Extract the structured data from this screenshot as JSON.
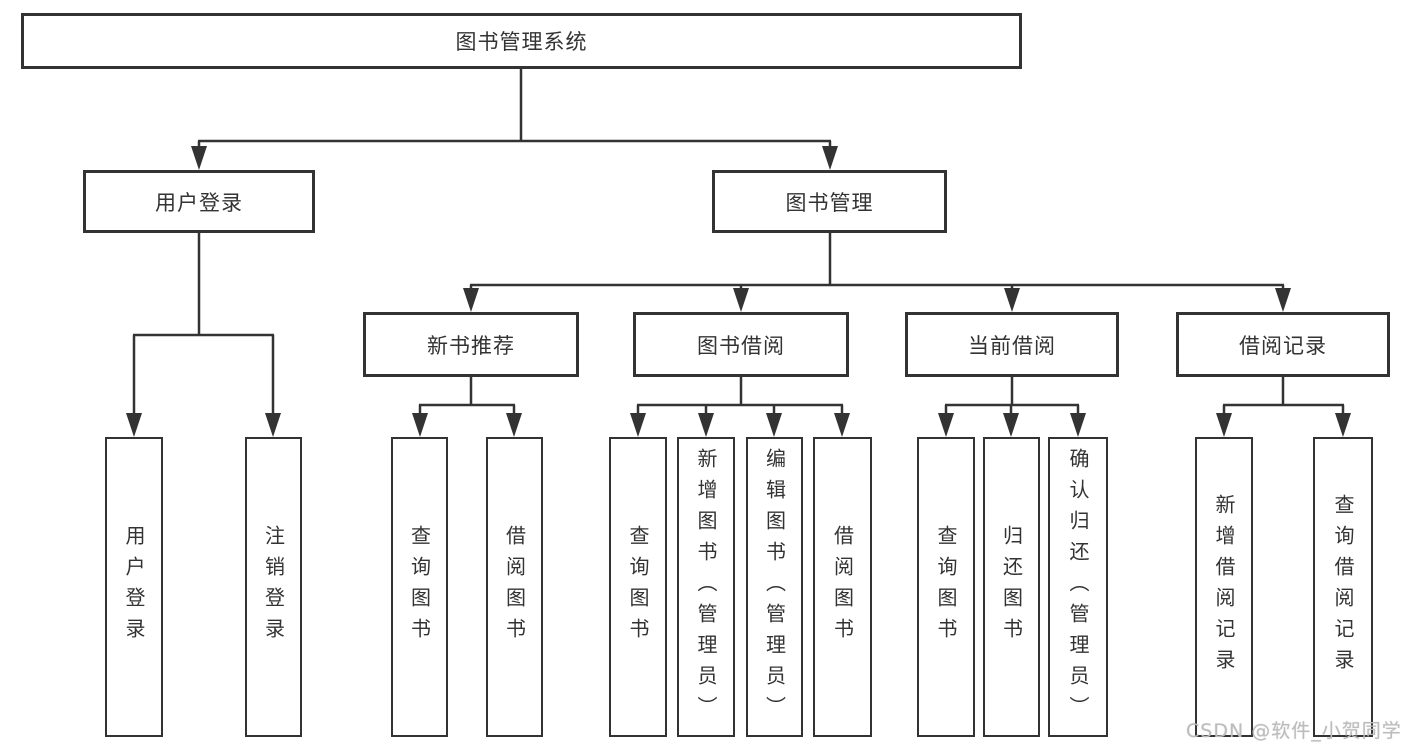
{
  "tree": {
    "label": "图书管理系统",
    "children": [
      {
        "label": "用户登录",
        "children": [
          {
            "label": "用户登录"
          },
          {
            "label": "注销登录"
          }
        ]
      },
      {
        "label": "图书管理",
        "children": [
          {
            "label": "新书推荐",
            "children": [
              {
                "label": "查询图书"
              },
              {
                "label": "借阅图书"
              }
            ]
          },
          {
            "label": "图书借阅",
            "children": [
              {
                "label": "查询图书"
              },
              {
                "label": "新增图书（管理员）"
              },
              {
                "label": "编辑图书（管理员）"
              },
              {
                "label": "借阅图书"
              }
            ]
          },
          {
            "label": "当前借阅",
            "children": [
              {
                "label": "查询图书"
              },
              {
                "label": "归还图书"
              },
              {
                "label": "确认归还（管理员）"
              }
            ]
          },
          {
            "label": "借阅记录",
            "children": [
              {
                "label": "新增借阅记录"
              },
              {
                "label": "查询借阅记录"
              }
            ]
          }
        ]
      }
    ]
  },
  "watermark": {
    "text": "CSDN @软件_小贺同学"
  },
  "colors": {
    "line": "#333333",
    "box_border": "#333333",
    "text": "#333333",
    "background": "#ffffff",
    "watermark": "#bcbcbc"
  }
}
